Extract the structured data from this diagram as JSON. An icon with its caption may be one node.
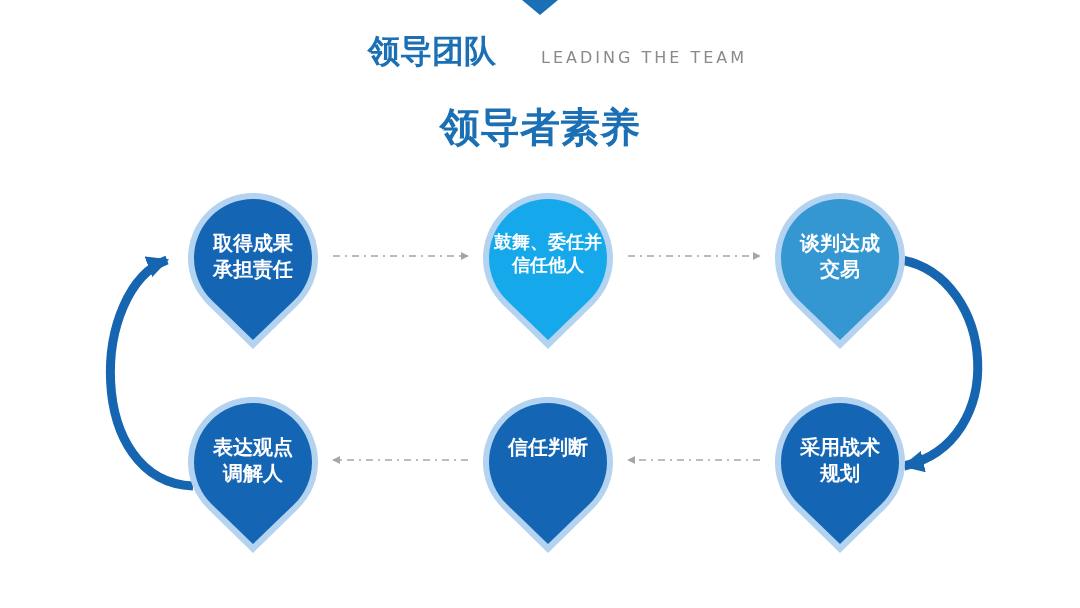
{
  "diagram": {
    "title": "领导者素养",
    "nodes": [
      {
        "text": [
          "取得成果承担责任"
        ]
      },
      {
        "text": [
          "鼓舞、委任并信任他人"
        ]
      },
      {
        "text": [
          "谈判达成交易"
        ]
      },
      {
        "text": [
          "表达观点调解人"
        ]
      },
      {
        "text": [
          "信任判断"
        ]
      },
      {
        "text": [
          "采用战术规划"
        ]
      }
    ],
    "edges": [
      {
        "from": 0,
        "to": 1,
        "arrow": "to",
        "style": "dashed"
      },
      {
        "from": 1,
        "to": 2,
        "arrow": "to",
        "style": "dashed"
      },
      {
        "from": 2,
        "to": 5,
        "arrow": "to",
        "style": "thick",
        "color": "#1565b0"
      },
      {
        "from": 5,
        "to": 4,
        "arrow": "to",
        "style": "dashed"
      },
      {
        "from": 4,
        "to": 3,
        "arrow": "to",
        "style": "dashed"
      },
      {
        "from": 3,
        "to": 0,
        "arrow": "to",
        "style": "thick",
        "color": "#1565b0"
      }
    ],
    "labels": [
      "领导团队",
      "LEADING THE TEAM"
    ]
  }
}
